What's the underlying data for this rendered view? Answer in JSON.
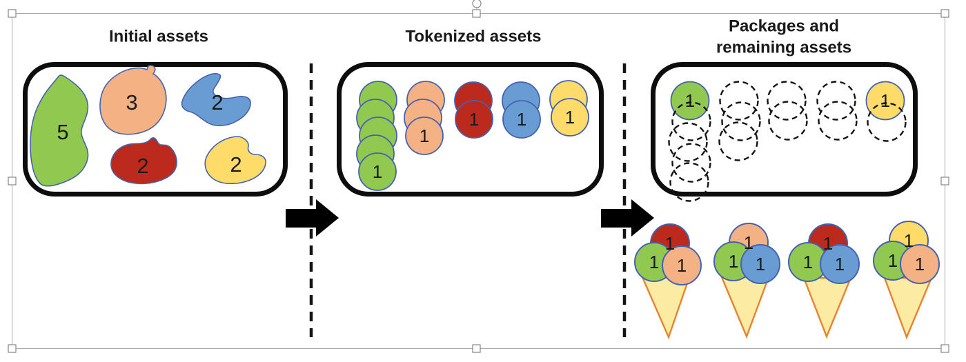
{
  "figure": {
    "panels": [
      {
        "title": "Initial assets"
      },
      {
        "title": "Tokenized assets"
      },
      {
        "title_line1": "Packages and",
        "title_line2": "remaining assets"
      }
    ]
  },
  "initial_assets": {
    "items": [
      {
        "color_name": "green",
        "value": "5"
      },
      {
        "color_name": "orange",
        "value": "3"
      },
      {
        "color_name": "blue",
        "value": "2"
      },
      {
        "color_name": "red",
        "value": "2"
      },
      {
        "color_name": "yellow",
        "value": "2"
      }
    ]
  },
  "tokenized_assets": {
    "stacks": [
      {
        "color_name": "green",
        "count": 5,
        "token_label": "1"
      },
      {
        "color_name": "orange",
        "count": 3,
        "token_label": "1"
      },
      {
        "color_name": "red",
        "count": 2,
        "token_label": "1"
      },
      {
        "color_name": "blue",
        "count": 2,
        "token_label": "1"
      },
      {
        "color_name": "yellow",
        "count": 2,
        "token_label": "1"
      }
    ]
  },
  "packages_panel": {
    "title_line1": "Packages and",
    "title_line2": "remaining assets",
    "columns": [
      {
        "color_name": "green",
        "solid": 1,
        "dashed": 4,
        "token_label": "1"
      },
      {
        "color_name": "orange",
        "solid": 0,
        "dashed": 3,
        "token_label": ""
      },
      {
        "color_name": "red",
        "solid": 0,
        "dashed": 2,
        "token_label": ""
      },
      {
        "color_name": "blue",
        "solid": 0,
        "dashed": 2,
        "token_label": ""
      },
      {
        "color_name": "yellow",
        "solid": 1,
        "dashed": 1,
        "token_label": "1"
      }
    ],
    "cones": [
      {
        "scoops": [
          {
            "color_name": "red",
            "label": "1"
          },
          {
            "color_name": "green",
            "label": "1"
          },
          {
            "color_name": "orange",
            "label": "1"
          }
        ]
      },
      {
        "scoops": [
          {
            "color_name": "orange",
            "label": "1"
          },
          {
            "color_name": "green",
            "label": "1"
          },
          {
            "color_name": "blue",
            "label": "1"
          }
        ]
      },
      {
        "scoops": [
          {
            "color_name": "red",
            "label": "1"
          },
          {
            "color_name": "green",
            "label": "1"
          },
          {
            "color_name": "blue",
            "label": "1"
          }
        ]
      },
      {
        "scoops": [
          {
            "color_name": "yellow",
            "label": "1"
          },
          {
            "color_name": "green",
            "label": "1"
          },
          {
            "color_name": "orange",
            "label": "1"
          }
        ]
      }
    ]
  },
  "colors": {
    "green": "#90C850",
    "orange": "#F4B183",
    "red": "#BB2A1D",
    "blue": "#689CD2",
    "yellow": "#FFDB69",
    "cone_fill": "#FCEBA3",
    "cone_border": "#E8822E",
    "shape_border": "#4462B0",
    "box_border": "#0d0d0d",
    "dashed_stroke": "#141414",
    "arrow": "#000000",
    "selection_border": "#a8a8a8"
  }
}
